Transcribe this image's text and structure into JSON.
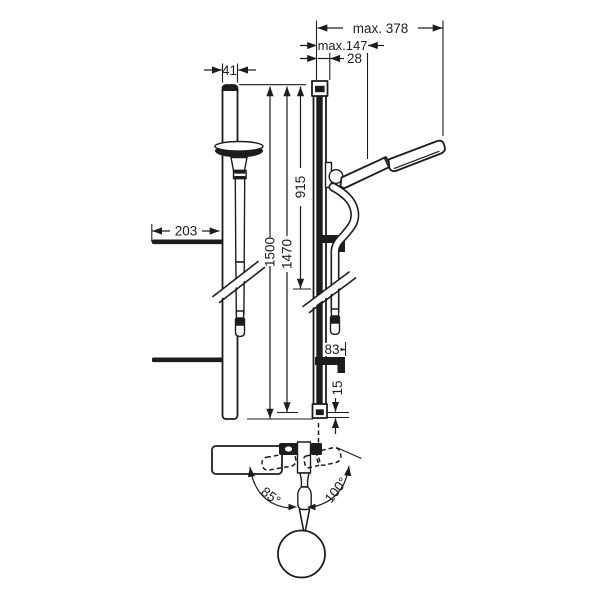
{
  "colors": {
    "line": "#1d1d1b",
    "background": "#ffffff"
  },
  "dims": {
    "max_width": "max. 378",
    "max_depth": "max.147",
    "wall_offset": "28",
    "rail_width": "41",
    "shelf_depth": "203",
    "total_height": "1500",
    "bar_height": "1470",
    "hose_height": "915",
    "side_shelf_depth": "83",
    "foot_gap": "15",
    "swivel_left": "85°",
    "swivel_right": "100°"
  }
}
